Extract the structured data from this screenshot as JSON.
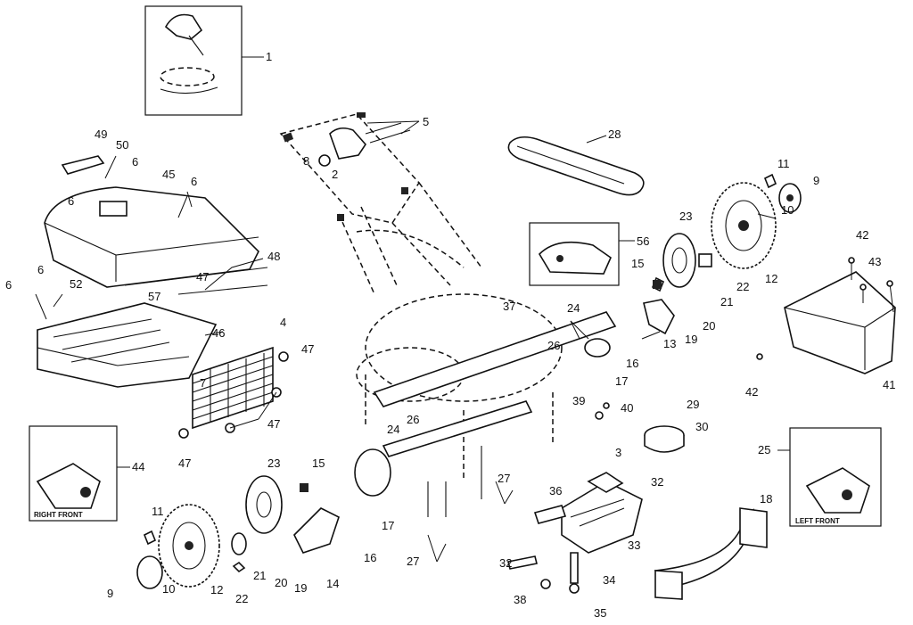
{
  "diagram": {
    "callouts": [
      {
        "id": "c-1",
        "text": "1"
      },
      {
        "id": "c-5",
        "text": "5"
      },
      {
        "id": "c-8",
        "text": "8"
      },
      {
        "id": "c-2",
        "text": "2"
      },
      {
        "id": "c-28",
        "text": "28"
      },
      {
        "id": "c-11a",
        "text": "11"
      },
      {
        "id": "c-9a",
        "text": "9"
      },
      {
        "id": "c-10a",
        "text": "10"
      },
      {
        "id": "c-23a",
        "text": "23"
      },
      {
        "id": "c-56",
        "text": "56"
      },
      {
        "id": "c-15a",
        "text": "15"
      },
      {
        "id": "c-22a",
        "text": "22"
      },
      {
        "id": "c-12a",
        "text": "12"
      },
      {
        "id": "c-21a",
        "text": "21"
      },
      {
        "id": "c-24a",
        "text": "24"
      },
      {
        "id": "c-20a",
        "text": "20"
      },
      {
        "id": "c-19a",
        "text": "19"
      },
      {
        "id": "c-13",
        "text": "13"
      },
      {
        "id": "c-16a",
        "text": "16"
      },
      {
        "id": "c-17a",
        "text": "17"
      },
      {
        "id": "c-26a",
        "text": "26"
      },
      {
        "id": "c-37",
        "text": "37"
      },
      {
        "id": "c-42a",
        "text": "42"
      },
      {
        "id": "c-43",
        "text": "43"
      },
      {
        "id": "c-42b",
        "text": "42"
      },
      {
        "id": "c-41",
        "text": "41"
      },
      {
        "id": "c-49",
        "text": "49"
      },
      {
        "id": "c-50",
        "text": "50"
      },
      {
        "id": "c-6a",
        "text": "6"
      },
      {
        "id": "c-45",
        "text": "45"
      },
      {
        "id": "c-6b",
        "text": "6"
      },
      {
        "id": "c-6c",
        "text": "6"
      },
      {
        "id": "c-48",
        "text": "48"
      },
      {
        "id": "c-47a",
        "text": "47"
      },
      {
        "id": "c-6d",
        "text": "6"
      },
      {
        "id": "c-52",
        "text": "52"
      },
      {
        "id": "c-57",
        "text": "57"
      },
      {
        "id": "c-6e",
        "text": "6"
      },
      {
        "id": "c-46",
        "text": "46"
      },
      {
        "id": "c-4",
        "text": "4"
      },
      {
        "id": "c-47b",
        "text": "47"
      },
      {
        "id": "c-7",
        "text": "7"
      },
      {
        "id": "c-47c",
        "text": "47"
      },
      {
        "id": "c-47d",
        "text": "47"
      },
      {
        "id": "c-39",
        "text": "39"
      },
      {
        "id": "c-40",
        "text": "40"
      },
      {
        "id": "c-29",
        "text": "29"
      },
      {
        "id": "c-30",
        "text": "30"
      },
      {
        "id": "c-26b",
        "text": "26"
      },
      {
        "id": "c-24b",
        "text": "24"
      },
      {
        "id": "c-3",
        "text": "3"
      },
      {
        "id": "c-44",
        "text": "44"
      },
      {
        "id": "c-23b",
        "text": "23"
      },
      {
        "id": "c-15b",
        "text": "15"
      },
      {
        "id": "c-17b",
        "text": "17"
      },
      {
        "id": "c-27a",
        "text": "27"
      },
      {
        "id": "c-36",
        "text": "36"
      },
      {
        "id": "c-32a",
        "text": "32"
      },
      {
        "id": "c-25",
        "text": "25"
      },
      {
        "id": "c-18",
        "text": "18"
      },
      {
        "id": "c-11b",
        "text": "11"
      },
      {
        "id": "c-16b",
        "text": "16"
      },
      {
        "id": "c-21b",
        "text": "21"
      },
      {
        "id": "c-20b",
        "text": "20"
      },
      {
        "id": "c-19b",
        "text": "19"
      },
      {
        "id": "c-14",
        "text": "14"
      },
      {
        "id": "c-9b",
        "text": "9"
      },
      {
        "id": "c-10b",
        "text": "10"
      },
      {
        "id": "c-12b",
        "text": "12"
      },
      {
        "id": "c-22b",
        "text": "22"
      },
      {
        "id": "c-27b",
        "text": "27"
      },
      {
        "id": "c-33",
        "text": "33"
      },
      {
        "id": "c-32b",
        "text": "32"
      },
      {
        "id": "c-34",
        "text": "34"
      },
      {
        "id": "c-38",
        "text": "38"
      },
      {
        "id": "c-35",
        "text": "35"
      }
    ],
    "inset_captions": {
      "right_front": "RIGHT FRONT",
      "left_front": "LEFT FRONT"
    }
  }
}
